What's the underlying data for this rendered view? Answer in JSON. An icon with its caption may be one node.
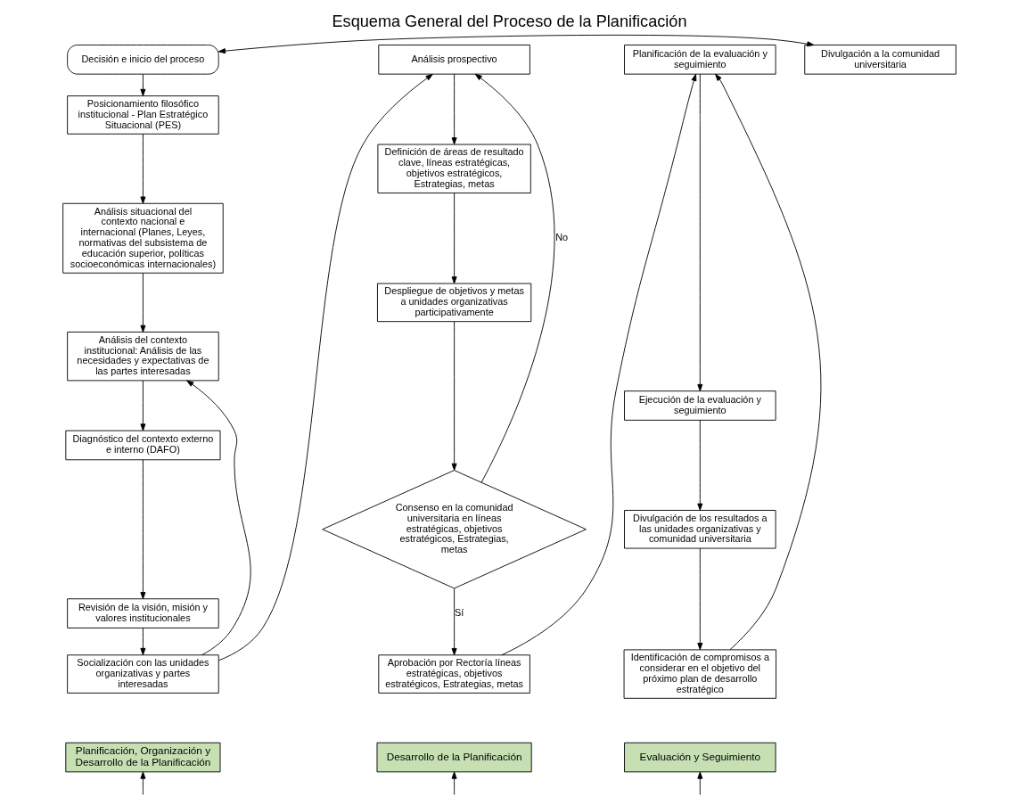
{
  "diagram": {
    "title": "Esquema General del Proceso de la Planificación",
    "nodes": [
      {
        "text": [
          "Decisión e inicio del proceso"
        ]
      },
      {
        "text": [
          "Divulgación a la comunidad universitaria"
        ]
      },
      {
        "text": [
          "Posicionamiento filosófico institucional - Plan Estratégico Situacional (PES)"
        ]
      },
      {
        "text": [
          "Análisis situacional del contexto nacional e internacional (Planes, Leyes, normativas del subsistema de educación superior, políticas socioeconómicas internacionales)"
        ]
      },
      {
        "text": [
          "Análisis del contexto institucional: Análisis de las necesidades y expectativas de las partes interesadas"
        ]
      },
      {
        "text": [
          "Diagnóstico del contexto externo e interno (DAFO)"
        ]
      },
      {
        "text": [
          "Revisión de la visión, misión y valores institucionales"
        ]
      },
      {
        "text": [
          "Socialización con las unidades organizativas y partes interesadas"
        ]
      },
      {
        "text": [
          "Análisis prospectivo"
        ]
      },
      {
        "text": [
          "Definición de áreas de resultado clave, líneas estratégicas, objetivos estratégicos, Estrategias, metas"
        ]
      },
      {
        "text": [
          "Despliegue de objetivos y metas a unidades organizativas participativamente"
        ]
      },
      {
        "text": [
          "Consenso en la comunidad universitaria en líneas estratégicas, objetivos estratégicos, Estrategias, metas"
        ]
      },
      {
        "text": [
          "Aprobación por Rectoría líneas estratégicas, objetivos estratégicos, Estrategias, metas"
        ]
      },
      {
        "text": [
          "Planificación de la evaluación y seguimiento"
        ]
      },
      {
        "text": [
          "Ejecución de la evaluación y seguimiento"
        ]
      },
      {
        "text": [
          "Divulgación de los resultados a las unidades organizativas y comunidad universitaria"
        ]
      },
      {
        "text": [
          "Identificación de compromisos a considerar en el objetivo del próximo plan de desarrollo estratégico"
        ]
      },
      {
        "text": [
          "Planificación, Organización y Desarrollo de la Planificación"
        ]
      },
      {
        "text": [
          "Desarrollo de la Planificación"
        ]
      },
      {
        "text": [
          "Evaluación y Seguimiento"
        ]
      }
    ],
    "edges": [
      {
        "from": 0,
        "to": 1,
        "arrow": "both"
      },
      {
        "from": 0,
        "to": 2,
        "arrow": "to"
      },
      {
        "from": 2,
        "to": 3,
        "arrow": "to"
      },
      {
        "from": 3,
        "to": 4,
        "arrow": "to"
      },
      {
        "from": 4,
        "to": 5,
        "arrow": "to"
      },
      {
        "from": 5,
        "to": 6,
        "arrow": "to"
      },
      {
        "from": 6,
        "to": 7,
        "arrow": "to"
      },
      {
        "from": 7,
        "to": 4,
        "arrow": "to"
      },
      {
        "from": 7,
        "to": 8,
        "arrow": "to"
      },
      {
        "from": 8,
        "to": 9,
        "arrow": "to"
      },
      {
        "from": 9,
        "to": 10,
        "arrow": "to"
      },
      {
        "from": 10,
        "to": 11,
        "arrow": "to"
      },
      {
        "from": 11,
        "to": 8,
        "arrow": "to",
        "label": "No"
      },
      {
        "from": 11,
        "to": 12,
        "arrow": "to",
        "label": "Sí"
      },
      {
        "from": 12,
        "to": 13,
        "arrow": "to"
      },
      {
        "from": 13,
        "to": 14,
        "arrow": "to"
      },
      {
        "from": 14,
        "to": 15,
        "arrow": "to"
      },
      {
        "from": 15,
        "to": 16,
        "arrow": "to"
      },
      {
        "from": 16,
        "to": 13,
        "arrow": "to"
      },
      {
        "from": null,
        "to": 17,
        "arrow": "to"
      },
      {
        "from": null,
        "to": 18,
        "arrow": "to"
      },
      {
        "from": null,
        "to": 19,
        "arrow": "to"
      }
    ]
  }
}
